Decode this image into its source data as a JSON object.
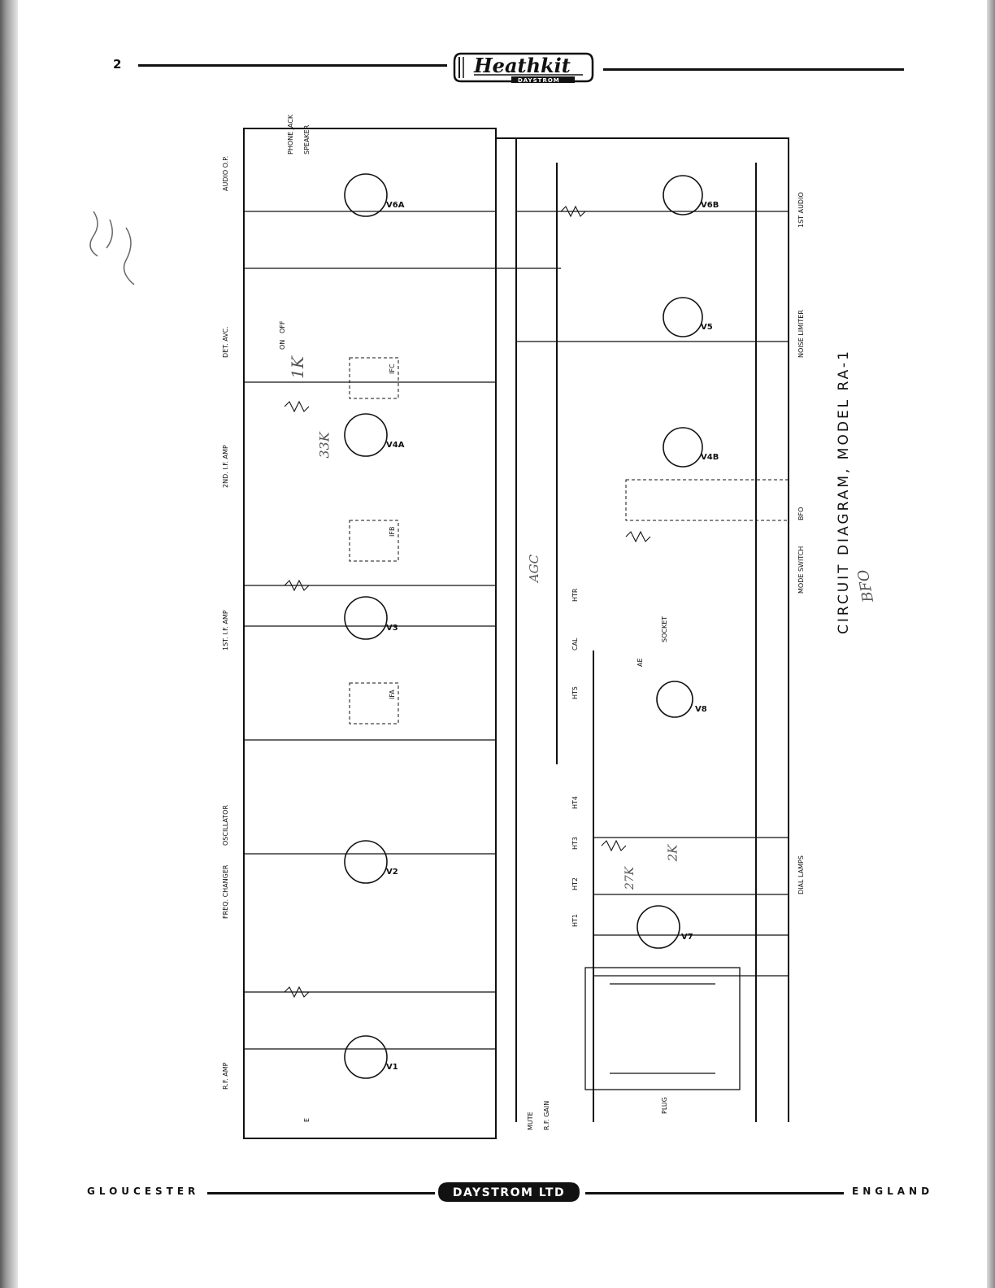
{
  "header": {
    "page_number": "2",
    "logo_text": "Heathkit",
    "logo_subtext": "DAYSTROM"
  },
  "footer": {
    "left": "GLOUCESTER",
    "center": "DAYSTROM LTD",
    "right": "ENGLAND"
  },
  "caption": "CIRCUIT DIAGRAM, MODEL RA-1",
  "section_labels": [
    "R.F. AMP",
    "FREQ. CHANGER",
    "OSCILLATOR",
    "1ST. I.F. AMP",
    "2ND. I.F. AMP",
    "DET. AVC.",
    "AUDIO O.P.",
    "NOISE LIMITER",
    "1ST AUDIO",
    "MODE SWITCH",
    "BFO",
    "DIAL LAMPS",
    "R.F. GAIN"
  ],
  "tubes": [
    "V1",
    "V2",
    "V3",
    "V4A",
    "V4B",
    "V5",
    "V6A",
    "V6B",
    "V7",
    "V8"
  ],
  "supply_labels": [
    "HT1",
    "HT2",
    "HT3",
    "HT4",
    "HT5",
    "HTR"
  ],
  "transformers": [
    "IFA",
    "IFB",
    "IFC"
  ],
  "misc_labels": [
    "MUTE",
    "CAL",
    "PLUG",
    "SOCKET",
    "SPEAKER",
    "PHONE JACK",
    "ON",
    "OFF",
    "AE",
    "E"
  ],
  "handwritten_notes": [
    "1K",
    "33K",
    "27K",
    "2K",
    "BFO",
    "AGC"
  ],
  "colors": {
    "ink": "#111111",
    "paper": "#ffffff"
  }
}
